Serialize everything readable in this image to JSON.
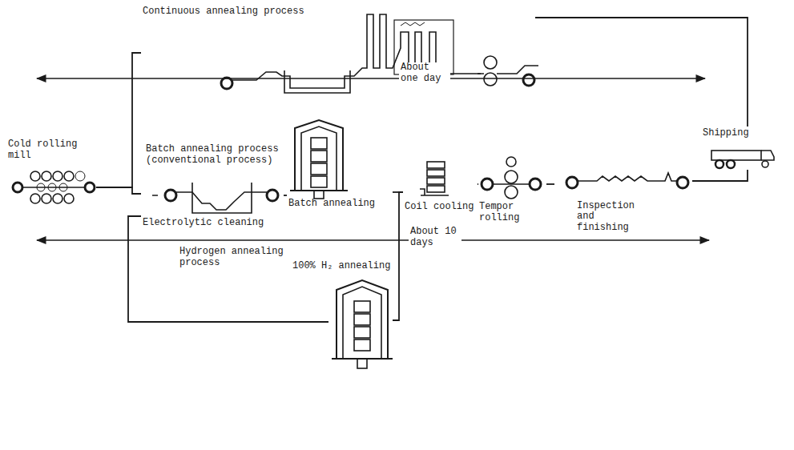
{
  "diagram": {
    "nodes": [
      {
        "text": [
          "Cold rolling mill"
        ]
      },
      {
        "text": [
          "Continuous annealing process"
        ]
      },
      {
        "text": [
          "Shipping"
        ]
      },
      {
        "text": [
          "Electrolytic cleaning"
        ]
      },
      {
        "text": [
          "Batch annealing"
        ]
      },
      {
        "text": [
          "Coil cooling"
        ]
      },
      {
        "text": [
          "Tempor rolling"
        ]
      },
      {
        "text": [
          "Inspection and finishing"
        ]
      },
      {
        "text": [
          "100% H₂ annealing"
        ]
      }
    ],
    "edges": [
      {
        "from": 0,
        "to": 1,
        "arrow": "none"
      },
      {
        "from": 1,
        "to": 2,
        "arrow": "none"
      },
      {
        "from": 0,
        "to": 3,
        "arrow": "none"
      },
      {
        "from": 3,
        "to": 4,
        "arrow": "none"
      },
      {
        "from": 4,
        "to": 5,
        "arrow": "none"
      },
      {
        "from": 5,
        "to": 6,
        "arrow": "none"
      },
      {
        "from": 6,
        "to": 7,
        "arrow": "none"
      },
      {
        "from": 7,
        "to": 2,
        "arrow": "none"
      },
      {
        "from": 3,
        "to": 8,
        "arrow": "none"
      },
      {
        "from": 8,
        "to": 5,
        "arrow": "none"
      }
    ],
    "labels": [
      "About one day",
      "Batch annealing process (conventional process)",
      "About 10 days",
      "Hydrogen annealing process"
    ]
  }
}
